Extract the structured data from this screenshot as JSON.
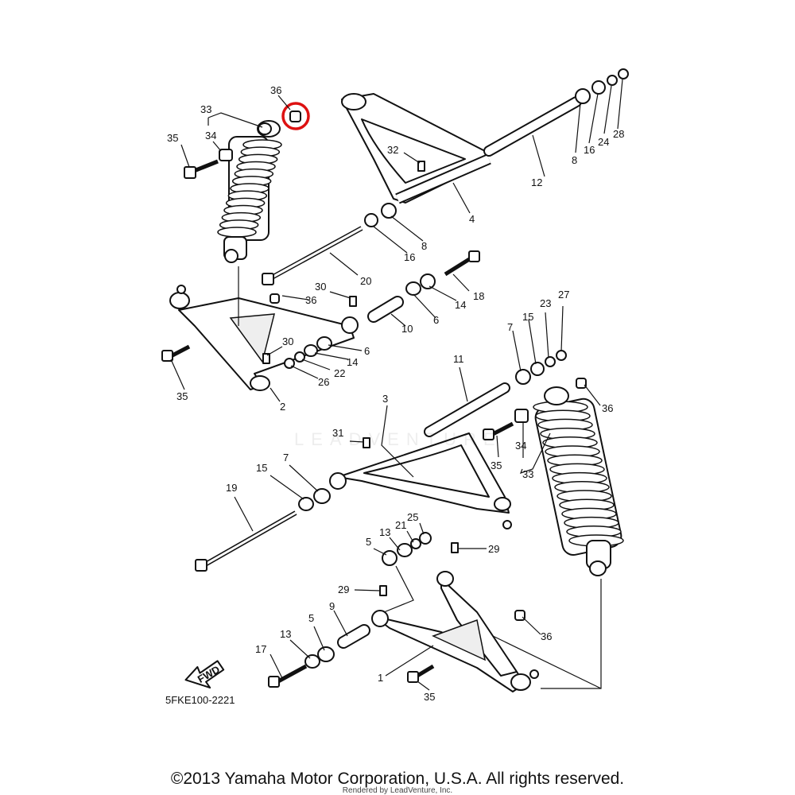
{
  "diagram": {
    "code": "5FKE100-2221",
    "fwd_label": "FWD",
    "watermark": "LEADVENTURE",
    "highlight_color": "#dd1111",
    "highlighted_part": "36",
    "callouts": {
      "c36a": "36",
      "c33a": "33",
      "c34a": "34",
      "c35a": "35",
      "c32": "32",
      "c8a": "8",
      "c16a": "16",
      "c24": "24",
      "c28": "28",
      "c12": "12",
      "c4": "4",
      "c8b": "8",
      "c16b": "16",
      "c20": "20",
      "c18": "18",
      "c30a": "30",
      "c36b": "36",
      "c14a": "14",
      "c6a": "6",
      "c10": "10",
      "c30b": "30",
      "c6b": "6",
      "c14b": "14",
      "c22": "22",
      "c26": "26",
      "c35b": "35",
      "c2": "2",
      "c7a": "7",
      "c15a": "15",
      "c23": "23",
      "c27": "27",
      "c11": "11",
      "c36c": "36",
      "c3": "3",
      "c31": "31",
      "c35c": "35",
      "c34b": "34",
      "c33b": "33",
      "c7b": "7",
      "c15b": "15",
      "c19": "19",
      "c13a": "13",
      "c21": "21",
      "c25": "25",
      "c5a": "5",
      "c29a": "29",
      "c29b": "29",
      "c9": "9",
      "c5b": "5",
      "c13b": "13",
      "c36d": "36",
      "c17": "17",
      "c1": "1",
      "c35d": "35"
    }
  },
  "footer": {
    "copyright": "©2013 Yamaha Motor Corporation, U.S.A. All rights reserved.",
    "rendered_by": "Rendered by LeadVenture, Inc."
  }
}
